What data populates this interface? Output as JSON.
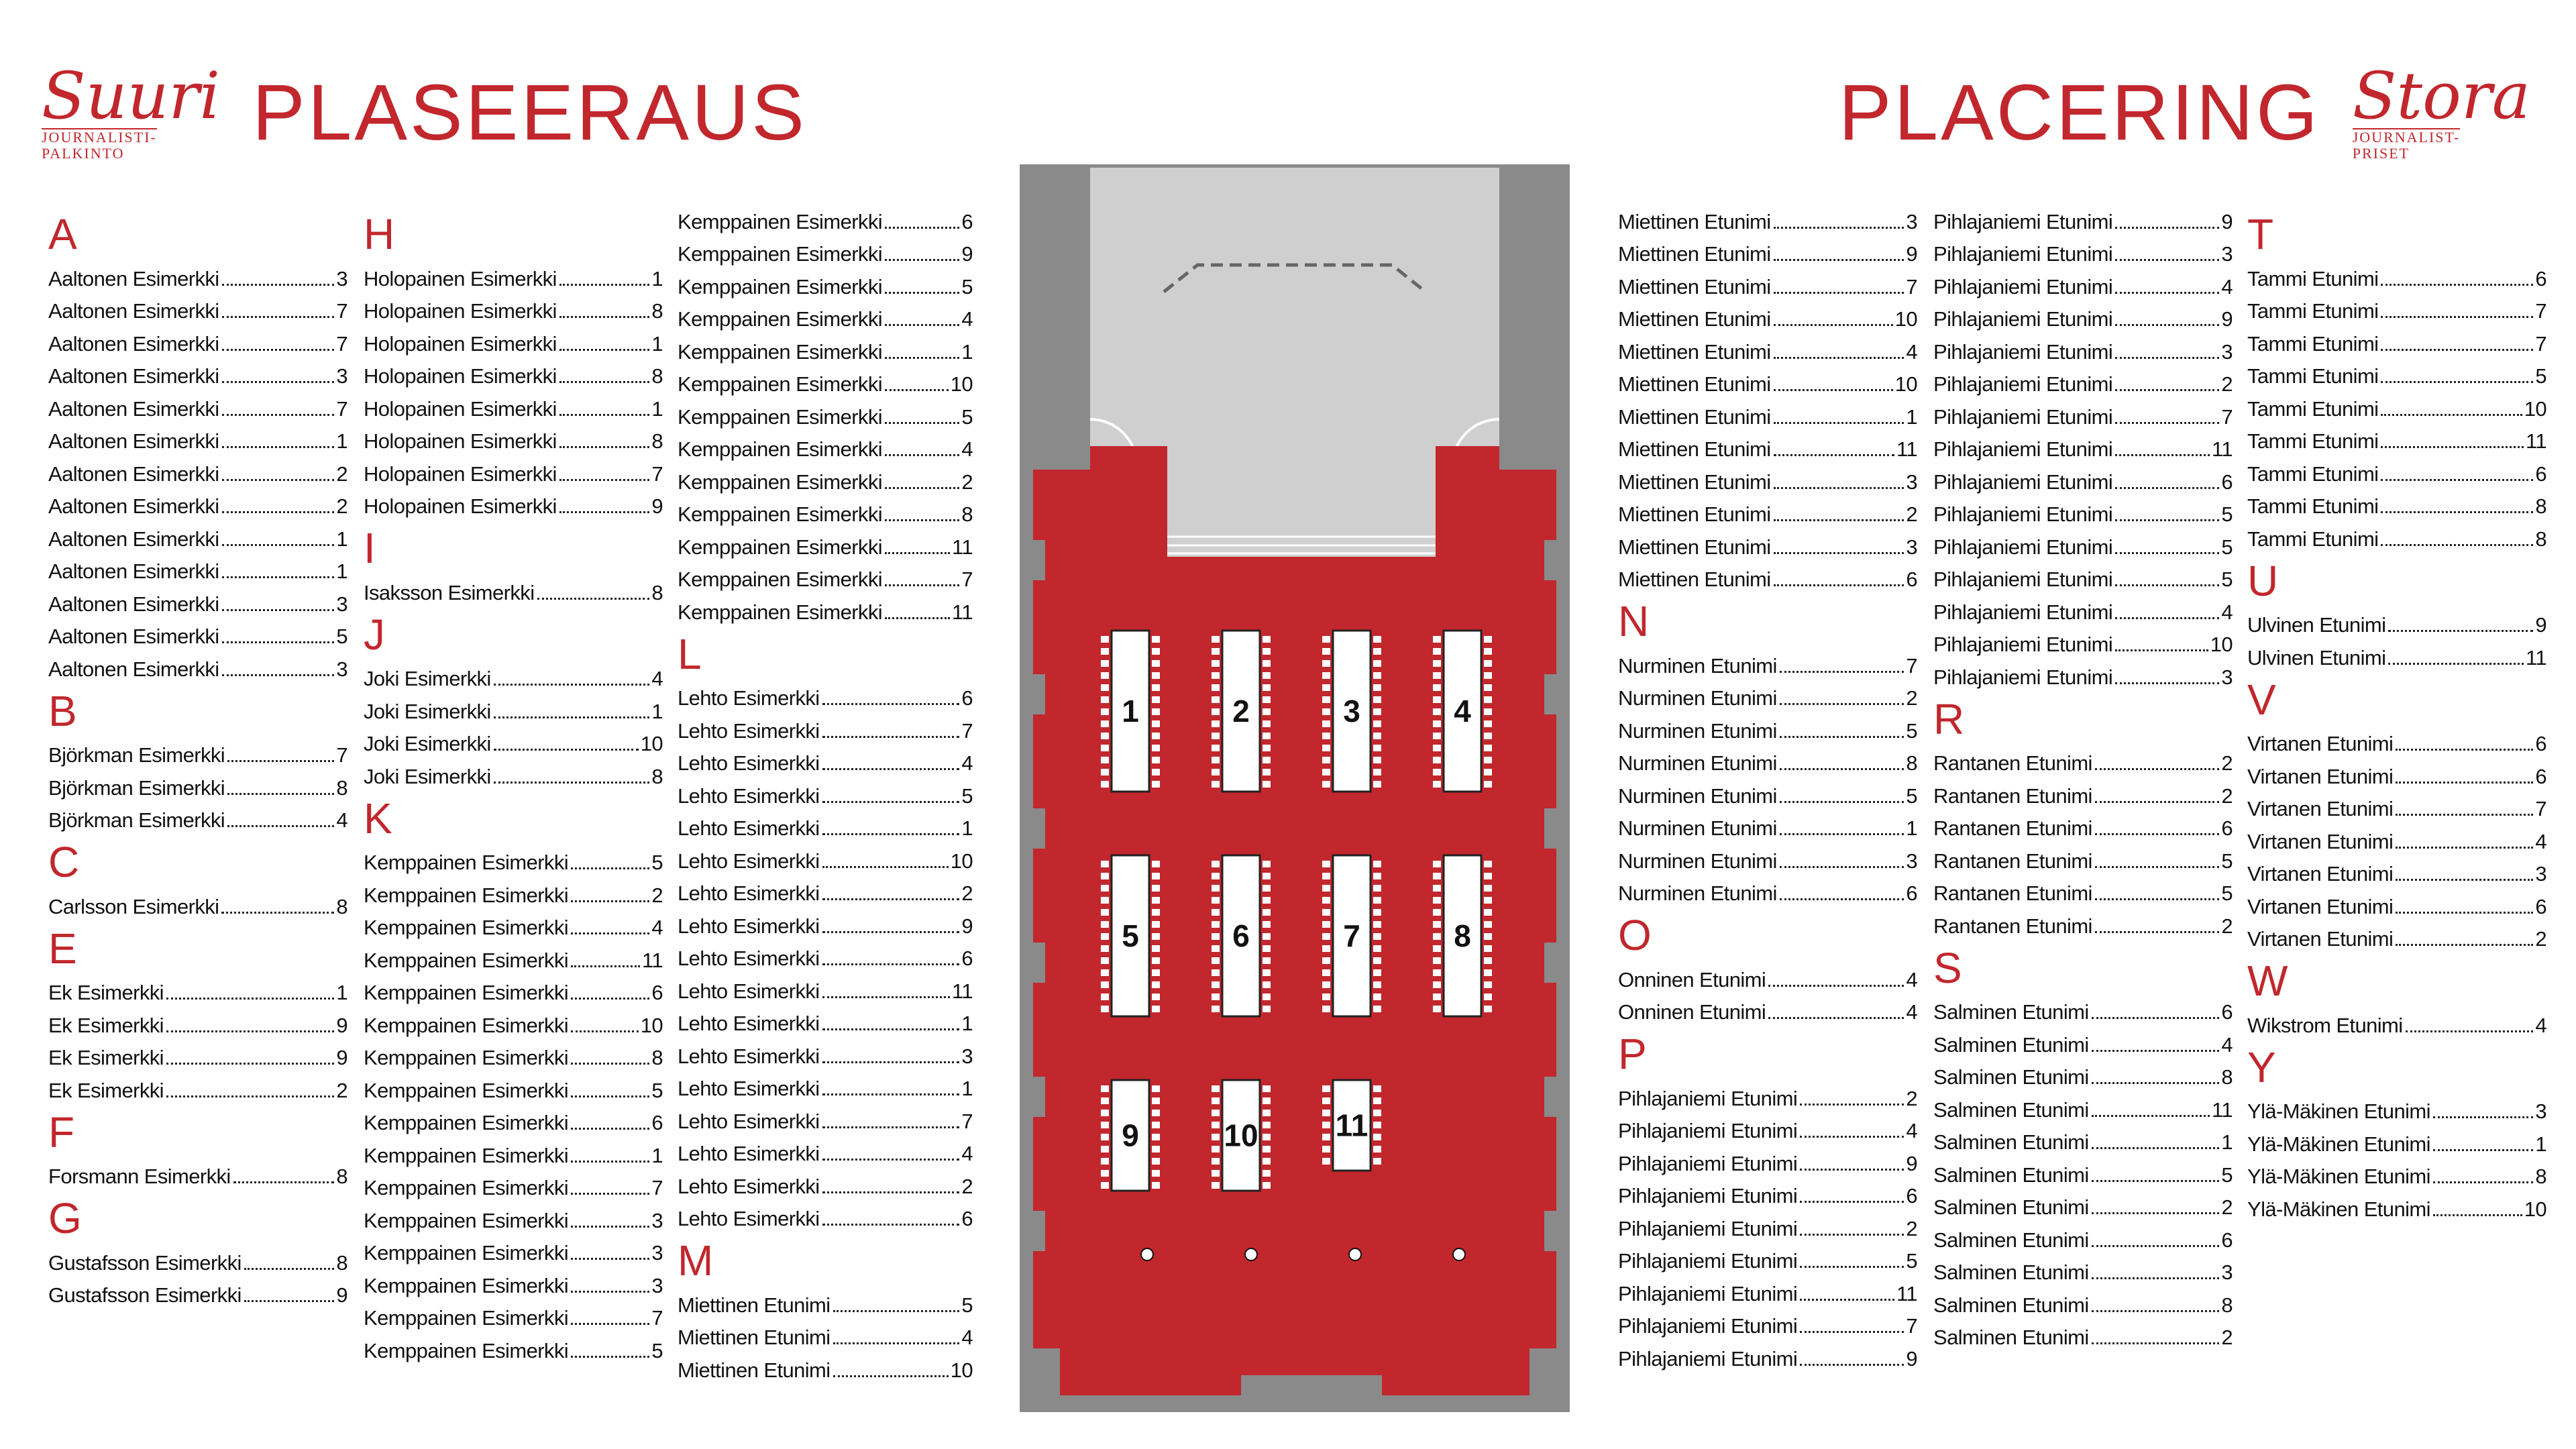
{
  "header_left": {
    "logo_script": "Suuri",
    "logo_sub1": "JOURNALISTI-",
    "logo_sub2": "PALKINTO",
    "title": "PLASEERAUS"
  },
  "header_right": {
    "logo_script": "Stora",
    "logo_sub1": "JOURNALIST-",
    "logo_sub2": "PRISET",
    "title": "PLACERING"
  },
  "brand_color": "#c1272d",
  "floorplan": {
    "tables": [
      "1",
      "2",
      "3",
      "4",
      "5",
      "6",
      "7",
      "8",
      "9",
      "10",
      "11"
    ]
  },
  "columns": [
    [
      {
        "letter": "A",
        "rows": [
          [
            "Aaltonen Esimerkki",
            "3"
          ],
          [
            "Aaltonen Esimerkki",
            "7"
          ],
          [
            "Aaltonen Esimerkki",
            "7"
          ],
          [
            "Aaltonen Esimerkki",
            "3"
          ],
          [
            "Aaltonen Esimerkki",
            "7"
          ],
          [
            "Aaltonen Esimerkki",
            "1"
          ],
          [
            "Aaltonen Esimerkki",
            "2"
          ],
          [
            "Aaltonen Esimerkki",
            "2"
          ],
          [
            "Aaltonen Esimerkki",
            "1"
          ],
          [
            "Aaltonen Esimerkki",
            "1"
          ],
          [
            "Aaltonen Esimerkki",
            "3"
          ],
          [
            "Aaltonen Esimerkki",
            "5"
          ],
          [
            "Aaltonen Esimerkki",
            "3"
          ]
        ]
      },
      {
        "letter": "B",
        "rows": [
          [
            "Björkman Esimerkki",
            "7"
          ],
          [
            "Björkman Esimerkki",
            "8"
          ],
          [
            "Björkman Esimerkki",
            "4"
          ]
        ]
      },
      {
        "letter": "C",
        "rows": [
          [
            "Carlsson Esimerkki",
            "8"
          ]
        ]
      },
      {
        "letter": "E",
        "rows": [
          [
            "Ek Esimerkki",
            "1"
          ],
          [
            "Ek Esimerkki",
            "9"
          ],
          [
            "Ek Esimerkki",
            "9"
          ],
          [
            "Ek Esimerkki",
            "2"
          ]
        ]
      },
      {
        "letter": "F",
        "rows": [
          [
            "Forsmann Esimerkki",
            "8"
          ]
        ]
      },
      {
        "letter": "G",
        "rows": [
          [
            "Gustafsson Esimerkki",
            "8"
          ],
          [
            "Gustafsson Esimerkki",
            "9"
          ]
        ]
      }
    ],
    [
      {
        "letter": "H",
        "rows": [
          [
            "Holopainen Esimerkki",
            "1"
          ],
          [
            "Holopainen Esimerkki",
            "8"
          ],
          [
            "Holopainen Esimerkki",
            "1"
          ],
          [
            "Holopainen Esimerkki",
            "8"
          ],
          [
            "Holopainen Esimerkki",
            "1"
          ],
          [
            "Holopainen Esimerkki",
            "8"
          ],
          [
            "Holopainen Esimerkki",
            "7"
          ],
          [
            "Holopainen Esimerkki",
            "9"
          ]
        ]
      },
      {
        "letter": "I",
        "rows": [
          [
            "Isaksson Esimerkki",
            "8"
          ]
        ]
      },
      {
        "letter": "J",
        "rows": [
          [
            "Joki Esimerkki",
            "4"
          ],
          [
            "Joki Esimerkki",
            "1"
          ],
          [
            "Joki Esimerkki",
            "10"
          ],
          [
            "Joki Esimerkki",
            "8"
          ]
        ]
      },
      {
        "letter": "K",
        "rows": [
          [
            "Kemppainen Esimerkki",
            "5"
          ],
          [
            "Kemppainen Esimerkki",
            "2"
          ],
          [
            "Kemppainen Esimerkki",
            "4"
          ],
          [
            "Kemppainen Esimerkki",
            "11"
          ],
          [
            "Kemppainen Esimerkki",
            "6"
          ],
          [
            "Kemppainen Esimerkki",
            "10"
          ],
          [
            "Kemppainen Esimerkki",
            "8"
          ],
          [
            "Kemppainen Esimerkki",
            "5"
          ],
          [
            "Kemppainen Esimerkki",
            "6"
          ],
          [
            "Kemppainen Esimerkki",
            "1"
          ],
          [
            "Kemppainen Esimerkki",
            "7"
          ],
          [
            "Kemppainen Esimerkki",
            "3"
          ],
          [
            "Kemppainen Esimerkki",
            "3"
          ],
          [
            "Kemppainen Esimerkki",
            "3"
          ],
          [
            "Kemppainen Esimerkki",
            "7"
          ],
          [
            "Kemppainen Esimerkki",
            "5"
          ]
        ]
      }
    ],
    [
      {
        "letter": "",
        "rows": [
          [
            "Kemppainen Esimerkki",
            "6"
          ],
          [
            "Kemppainen Esimerkki",
            "9"
          ],
          [
            "Kemppainen Esimerkki",
            "5"
          ],
          [
            "Kemppainen Esimerkki",
            "4"
          ],
          [
            "Kemppainen Esimerkki",
            "1"
          ],
          [
            "Kemppainen Esimerkki",
            "10"
          ],
          [
            "Kemppainen Esimerkki",
            "5"
          ],
          [
            "Kemppainen Esimerkki",
            "4"
          ],
          [
            "Kemppainen Esimerkki",
            "2"
          ],
          [
            "Kemppainen Esimerkki",
            "8"
          ],
          [
            "Kemppainen Esimerkki",
            "11"
          ],
          [
            "Kemppainen Esimerkki",
            "7"
          ],
          [
            "Kemppainen Esimerkki",
            "11"
          ]
        ]
      },
      {
        "letter": "L",
        "rows": [
          [
            "Lehto Esimerkki",
            "6"
          ],
          [
            "Lehto Esimerkki",
            "7"
          ],
          [
            "Lehto Esimerkki",
            "4"
          ],
          [
            "Lehto Esimerkki",
            "5"
          ],
          [
            "Lehto Esimerkki",
            "1"
          ],
          [
            "Lehto Esimerkki",
            "10"
          ],
          [
            "Lehto Esimerkki",
            "2"
          ],
          [
            "Lehto Esimerkki",
            "9"
          ],
          [
            "Lehto Esimerkki",
            "6"
          ],
          [
            "Lehto Esimerkki",
            "11"
          ],
          [
            "Lehto Esimerkki",
            "1"
          ],
          [
            "Lehto Esimerkki",
            "3"
          ],
          [
            "Lehto Esimerkki",
            "1"
          ],
          [
            "Lehto Esimerkki",
            "7"
          ],
          [
            "Lehto Esimerkki",
            "4"
          ],
          [
            "Lehto Esimerkki",
            "2"
          ],
          [
            "Lehto Esimerkki",
            "6"
          ]
        ]
      },
      {
        "letter": "M",
        "rows": [
          [
            "Miettinen Etunimi",
            "5"
          ],
          [
            "Miettinen Etunimi",
            "4"
          ],
          [
            "Miettinen Etunimi",
            "10"
          ]
        ]
      }
    ],
    [
      {
        "letter": "",
        "rows": [
          [
            "Miettinen Etunimi",
            "3"
          ],
          [
            "Miettinen Etunimi",
            "9"
          ],
          [
            "Miettinen Etunimi",
            "7"
          ],
          [
            "Miettinen Etunimi",
            "10"
          ],
          [
            "Miettinen Etunimi",
            "4"
          ],
          [
            "Miettinen Etunimi",
            "10"
          ],
          [
            "Miettinen Etunimi",
            "1"
          ],
          [
            "Miettinen Etunimi",
            "11"
          ],
          [
            "Miettinen Etunimi",
            "3"
          ],
          [
            "Miettinen Etunimi",
            "2"
          ],
          [
            "Miettinen Etunimi",
            "3"
          ],
          [
            "Miettinen Etunimi",
            "6"
          ]
        ]
      },
      {
        "letter": "N",
        "rows": [
          [
            "Nurminen Etunimi",
            "7"
          ],
          [
            "Nurminen Etunimi",
            "2"
          ],
          [
            "Nurminen Etunimi",
            "5"
          ],
          [
            "Nurminen Etunimi",
            "8"
          ],
          [
            "Nurminen Etunimi",
            "5"
          ],
          [
            "Nurminen Etunimi",
            "1"
          ],
          [
            "Nurminen Etunimi",
            "3"
          ],
          [
            "Nurminen Etunimi",
            "6"
          ]
        ]
      },
      {
        "letter": "O",
        "rows": [
          [
            "Onninen Etunimi",
            "4"
          ],
          [
            "Onninen Etunimi",
            "4"
          ]
        ]
      },
      {
        "letter": "P",
        "rows": [
          [
            "Pihlajaniemi Etunimi",
            "2"
          ],
          [
            "Pihlajaniemi Etunimi",
            "4"
          ],
          [
            "Pihlajaniemi Etunimi",
            "9"
          ],
          [
            "Pihlajaniemi Etunimi",
            "6"
          ],
          [
            "Pihlajaniemi Etunimi",
            "2"
          ],
          [
            "Pihlajaniemi Etunimi",
            "5"
          ],
          [
            "Pihlajaniemi Etunimi",
            "11"
          ],
          [
            "Pihlajaniemi Etunimi",
            "7"
          ],
          [
            "Pihlajaniemi Etunimi",
            "9"
          ]
        ]
      }
    ],
    [
      {
        "letter": "",
        "rows": [
          [
            "Pihlajaniemi Etunimi",
            "9"
          ],
          [
            "Pihlajaniemi Etunimi",
            "3"
          ],
          [
            "Pihlajaniemi Etunimi",
            "4"
          ],
          [
            "Pihlajaniemi Etunimi",
            "9"
          ],
          [
            "Pihlajaniemi Etunimi",
            "3"
          ],
          [
            "Pihlajaniemi Etunimi",
            "2"
          ],
          [
            "Pihlajaniemi Etunimi",
            "7"
          ],
          [
            "Pihlajaniemi Etunimi",
            "11"
          ],
          [
            "Pihlajaniemi Etunimi",
            "6"
          ],
          [
            "Pihlajaniemi Etunimi",
            "5"
          ],
          [
            "Pihlajaniemi Etunimi",
            "5"
          ],
          [
            "Pihlajaniemi Etunimi",
            "5"
          ],
          [
            "Pihlajaniemi Etunimi",
            "4"
          ],
          [
            "Pihlajaniemi Etunimi",
            "10"
          ],
          [
            "Pihlajaniemi Etunimi",
            "3"
          ]
        ]
      },
      {
        "letter": "R",
        "rows": [
          [
            "Rantanen Etunimi",
            "2"
          ],
          [
            "Rantanen Etunimi",
            "2"
          ],
          [
            "Rantanen Etunimi",
            "6"
          ],
          [
            "Rantanen Etunimi",
            "5"
          ],
          [
            "Rantanen Etunimi",
            "5"
          ],
          [
            "Rantanen Etunimi",
            "2"
          ]
        ]
      },
      {
        "letter": "S",
        "rows": [
          [
            "Salminen Etunimi",
            "6"
          ],
          [
            "Salminen Etunimi",
            "4"
          ],
          [
            "Salminen Etunimi",
            "8"
          ],
          [
            "Salminen Etunimi",
            "11"
          ],
          [
            "Salminen Etunimi",
            "1"
          ],
          [
            "Salminen Etunimi",
            "5"
          ],
          [
            "Salminen Etunimi",
            "2"
          ],
          [
            "Salminen Etunimi",
            "6"
          ],
          [
            "Salminen Etunimi",
            "3"
          ],
          [
            "Salminen Etunimi",
            "8"
          ],
          [
            "Salminen Etunimi",
            "2"
          ]
        ]
      }
    ],
    [
      {
        "letter": "T",
        "rows": [
          [
            "Tammi Etunimi",
            "6"
          ],
          [
            "Tammi Etunimi",
            "7"
          ],
          [
            "Tammi Etunimi",
            "7"
          ],
          [
            "Tammi Etunimi",
            "5"
          ],
          [
            "Tammi Etunimi",
            "10"
          ],
          [
            "Tammi Etunimi",
            "11"
          ],
          [
            "Tammi Etunimi",
            "6"
          ],
          [
            "Tammi Etunimi",
            "8"
          ],
          [
            "Tammi Etunimi",
            "8"
          ]
        ]
      },
      {
        "letter": "U",
        "rows": [
          [
            "Ulvinen Etunimi",
            "9"
          ],
          [
            "Ulvinen Etunimi",
            "11"
          ]
        ]
      },
      {
        "letter": "V",
        "rows": [
          [
            "Virtanen Etunimi",
            "6"
          ],
          [
            "Virtanen Etunimi",
            "6"
          ],
          [
            "Virtanen Etunimi",
            "7"
          ],
          [
            "Virtanen Etunimi",
            "4"
          ],
          [
            "Virtanen Etunimi",
            "3"
          ],
          [
            "Virtanen Etunimi",
            "6"
          ],
          [
            "Virtanen Etunimi",
            "2"
          ]
        ]
      },
      {
        "letter": "W",
        "rows": [
          [
            "Wikstrom Etunimi",
            "4"
          ]
        ]
      },
      {
        "letter": "Y",
        "rows": [
          [
            "Ylä-Mäkinen Etunimi",
            "3"
          ],
          [
            "Ylä-Mäkinen Etunimi",
            "1"
          ],
          [
            "Ylä-Mäkinen Etunimi",
            "8"
          ],
          [
            "Ylä-Mäkinen Etunimi",
            "10"
          ]
        ]
      }
    ]
  ]
}
